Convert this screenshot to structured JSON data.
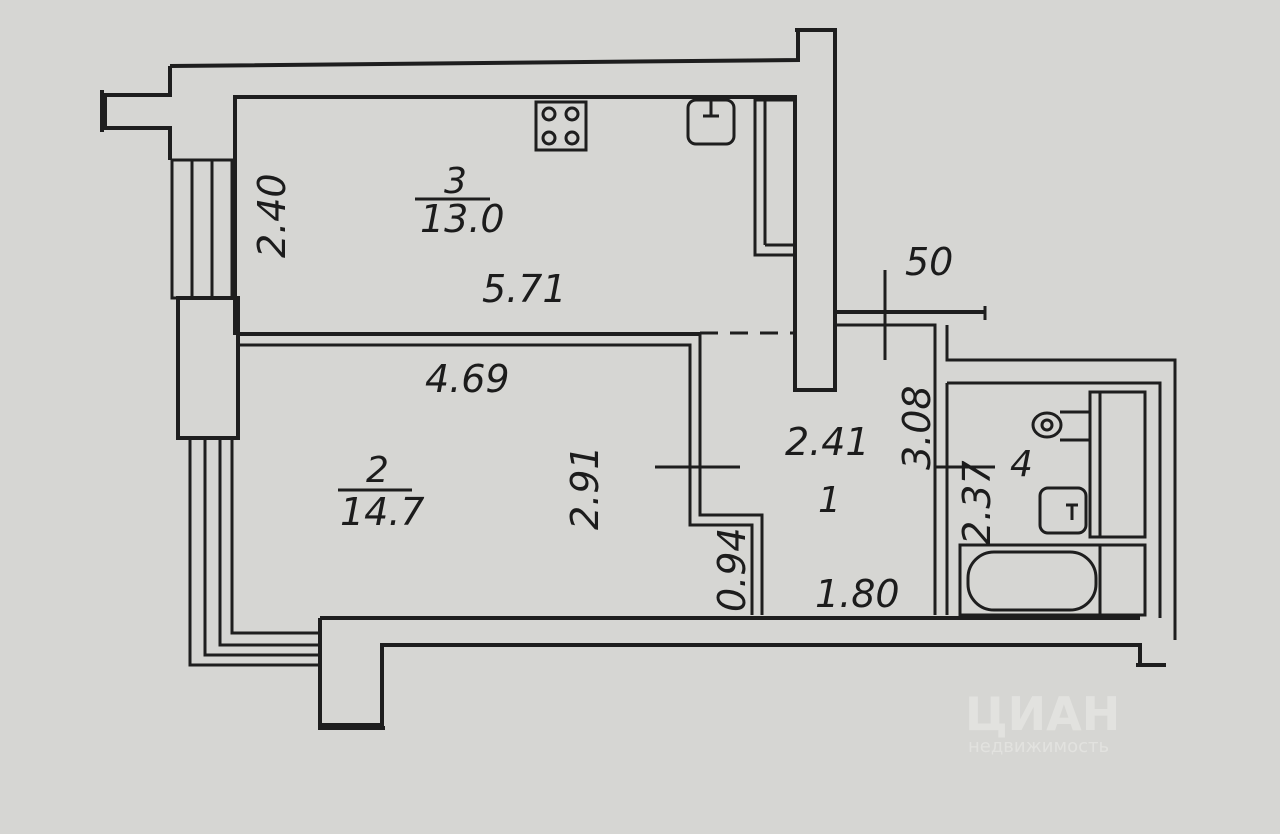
{
  "colors": {
    "paper": "#d6d6d3",
    "ink": "#1e1e1e"
  },
  "rooms": [
    {
      "number": "3",
      "area": "13.0"
    },
    {
      "number": "2",
      "area": "14.7"
    },
    {
      "number": "1"
    },
    {
      "number": "4"
    }
  ],
  "dimensions": {
    "kitchen_height": "2.40",
    "kitchen_width": "5.71",
    "room_width": "4.69",
    "room_height": "2.91",
    "hall_width": "2.41",
    "hall_lower": "1.80",
    "hall_notch": "0.94",
    "corridor_height": "3.08",
    "bath_height": "2.37",
    "wall_offset": "50"
  },
  "watermark": {
    "text": "ЦИАН",
    "sub": "недвижимость"
  }
}
